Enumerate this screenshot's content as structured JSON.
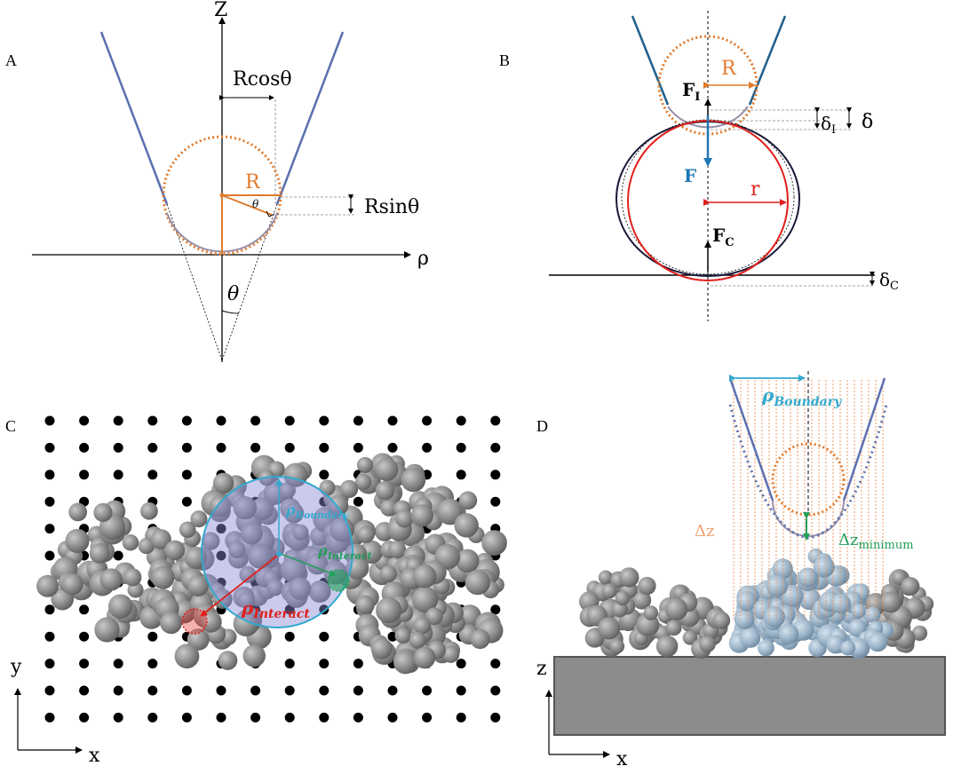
{
  "panels": {
    "a": {
      "letter": "A",
      "axis_z": "Z",
      "axis_rho": "ρ",
      "label_rcos": "Rcosθ",
      "label_rsin": "Rsinθ",
      "label_R": "R",
      "label_theta_small": "θ",
      "label_theta": "θ"
    },
    "b": {
      "letter": "B",
      "label_R": "R",
      "label_FI": "F",
      "label_FI_sub": "I",
      "label_F": "F",
      "label_r": "r",
      "label_FC": "F",
      "label_FC_sub": "C",
      "label_deltaI": "δ",
      "label_deltaI_sub": "I",
      "label_delta": "δ",
      "label_deltaC": "δ",
      "label_deltaC_sub": "C"
    },
    "c": {
      "letter": "C",
      "rho_boundary": "ρ",
      "rho_boundary_sub": "Boundary",
      "rho_interact_green": "ρ",
      "rho_interact_green_sub": "Interact",
      "rho_interact_red": "ρ",
      "rho_interact_red_sub": "Interact",
      "axis_x": "x",
      "axis_y": "y"
    },
    "d": {
      "letter": "D",
      "rho_boundary": "ρ",
      "rho_boundary_sub": "Boundary",
      "delta_z": "Δz",
      "delta_z_min": "Δz",
      "delta_z_min_sub": "minimum",
      "axis_x": "x",
      "axis_z": "z"
    }
  },
  "colors": {
    "cone": "#5b6fb0",
    "probe": "#e07a2c",
    "force_f": "#1f77b4",
    "red_circle": "#e0201b",
    "green": "#22a05a",
    "cyan": "#33a9cf",
    "molecule_gray": "#8a8a8a",
    "molecule_blue": "#9fb6c9",
    "substrate": "#8c8c8c"
  }
}
